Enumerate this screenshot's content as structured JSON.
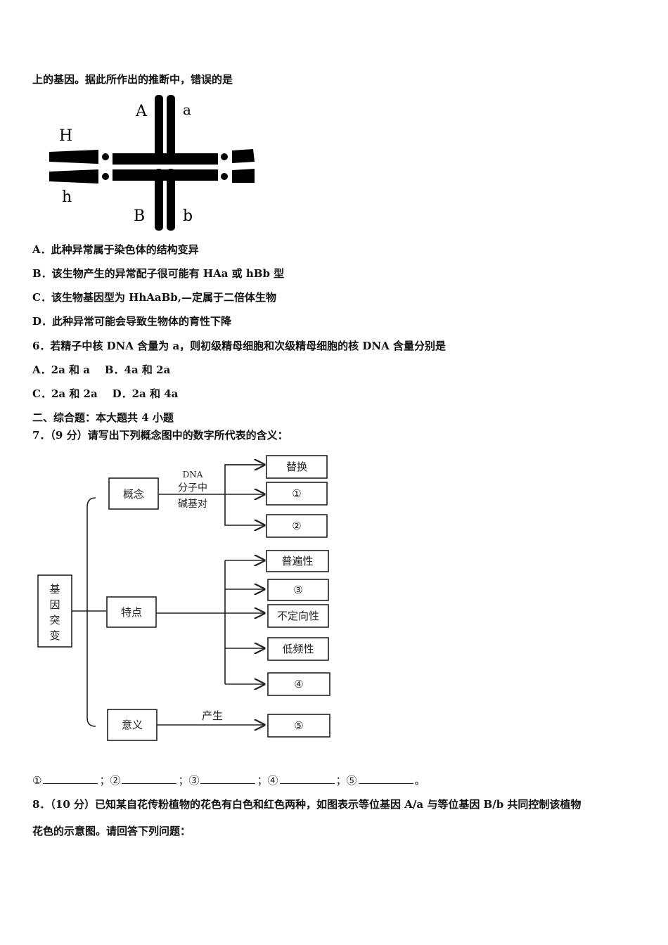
{
  "q5_intro": "上的基因。据此所作出的推断中，错误的是",
  "figure1": {
    "labels": {
      "A": "A",
      "a": "a",
      "H": "H",
      "h": "h",
      "B": "B",
      "b": "b"
    }
  },
  "q5_options": [
    "A．此种异常属于染色体的结构变异",
    "B．该生物产生的异常配子很可能有 HAa 或 hBb 型",
    "C．该生物基因型为 HhAaBb,—定属于二倍体生物",
    "D．此种异常可能会导致生物体的育性下降"
  ],
  "q6": {
    "stem": "6．若精子中核 DNA 含量为 a，则初级精母细胞和次级精母细胞的核 DNA 含量分别是",
    "options_row1": "A．2a 和 a    B．4a 和 2a",
    "options_row2": "C．2a 和 2a    D．2a 和 4a"
  },
  "section2": "二、综合题：本大题共 4 小题",
  "q7": {
    "stem": "7．（9 分）请写出下列概念图中的数字所代表的含义：",
    "diagram": {
      "root": [
        "基",
        "因",
        "突",
        "变"
      ],
      "concept": "概念",
      "concept_edge": [
        "DNA",
        "分子中",
        "碱基对"
      ],
      "concept_children": [
        "替换",
        "①",
        "②"
      ],
      "feature": "特点",
      "feature_children": [
        "普遍性",
        "③",
        "不定向性",
        "低频性",
        "④"
      ],
      "meaning": "意义",
      "meaning_edge": "产生",
      "meaning_child": "⑤"
    },
    "answer_marks": [
      "①",
      "；②",
      "；③",
      "；④",
      "；⑤",
      "。"
    ]
  },
  "q8": {
    "line1": "8．（10 分）已知某自花传粉植物的花色有白色和红色两种，如图表示等位基因 A/a 与等位基因 B/b 共同控制该植物",
    "line2": "花色的示意图。请回答下列问题："
  }
}
